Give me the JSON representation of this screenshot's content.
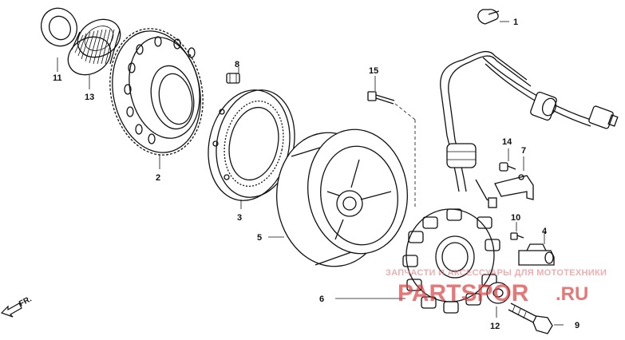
{
  "callouts": {
    "c1": "1",
    "c2": "2",
    "c3": "3",
    "c4": "4",
    "c5": "5",
    "c6": "6",
    "c7": "7",
    "c8": "8",
    "c9": "9",
    "c10": "10",
    "c11": "11",
    "c12": "12",
    "c13": "13",
    "c14": "14",
    "c15": "15"
  },
  "direction_label": "FR.",
  "watermark": {
    "tagline": "ЗАПЧАСТИ И АКСЕССУАРЫ ДЛЯ МОТОТЕХНИКИ",
    "brand_main": "PARTSPOR",
    "brand_suffix": ".RU"
  },
  "colors": {
    "line": "#111111",
    "watermark": "#d94040"
  }
}
